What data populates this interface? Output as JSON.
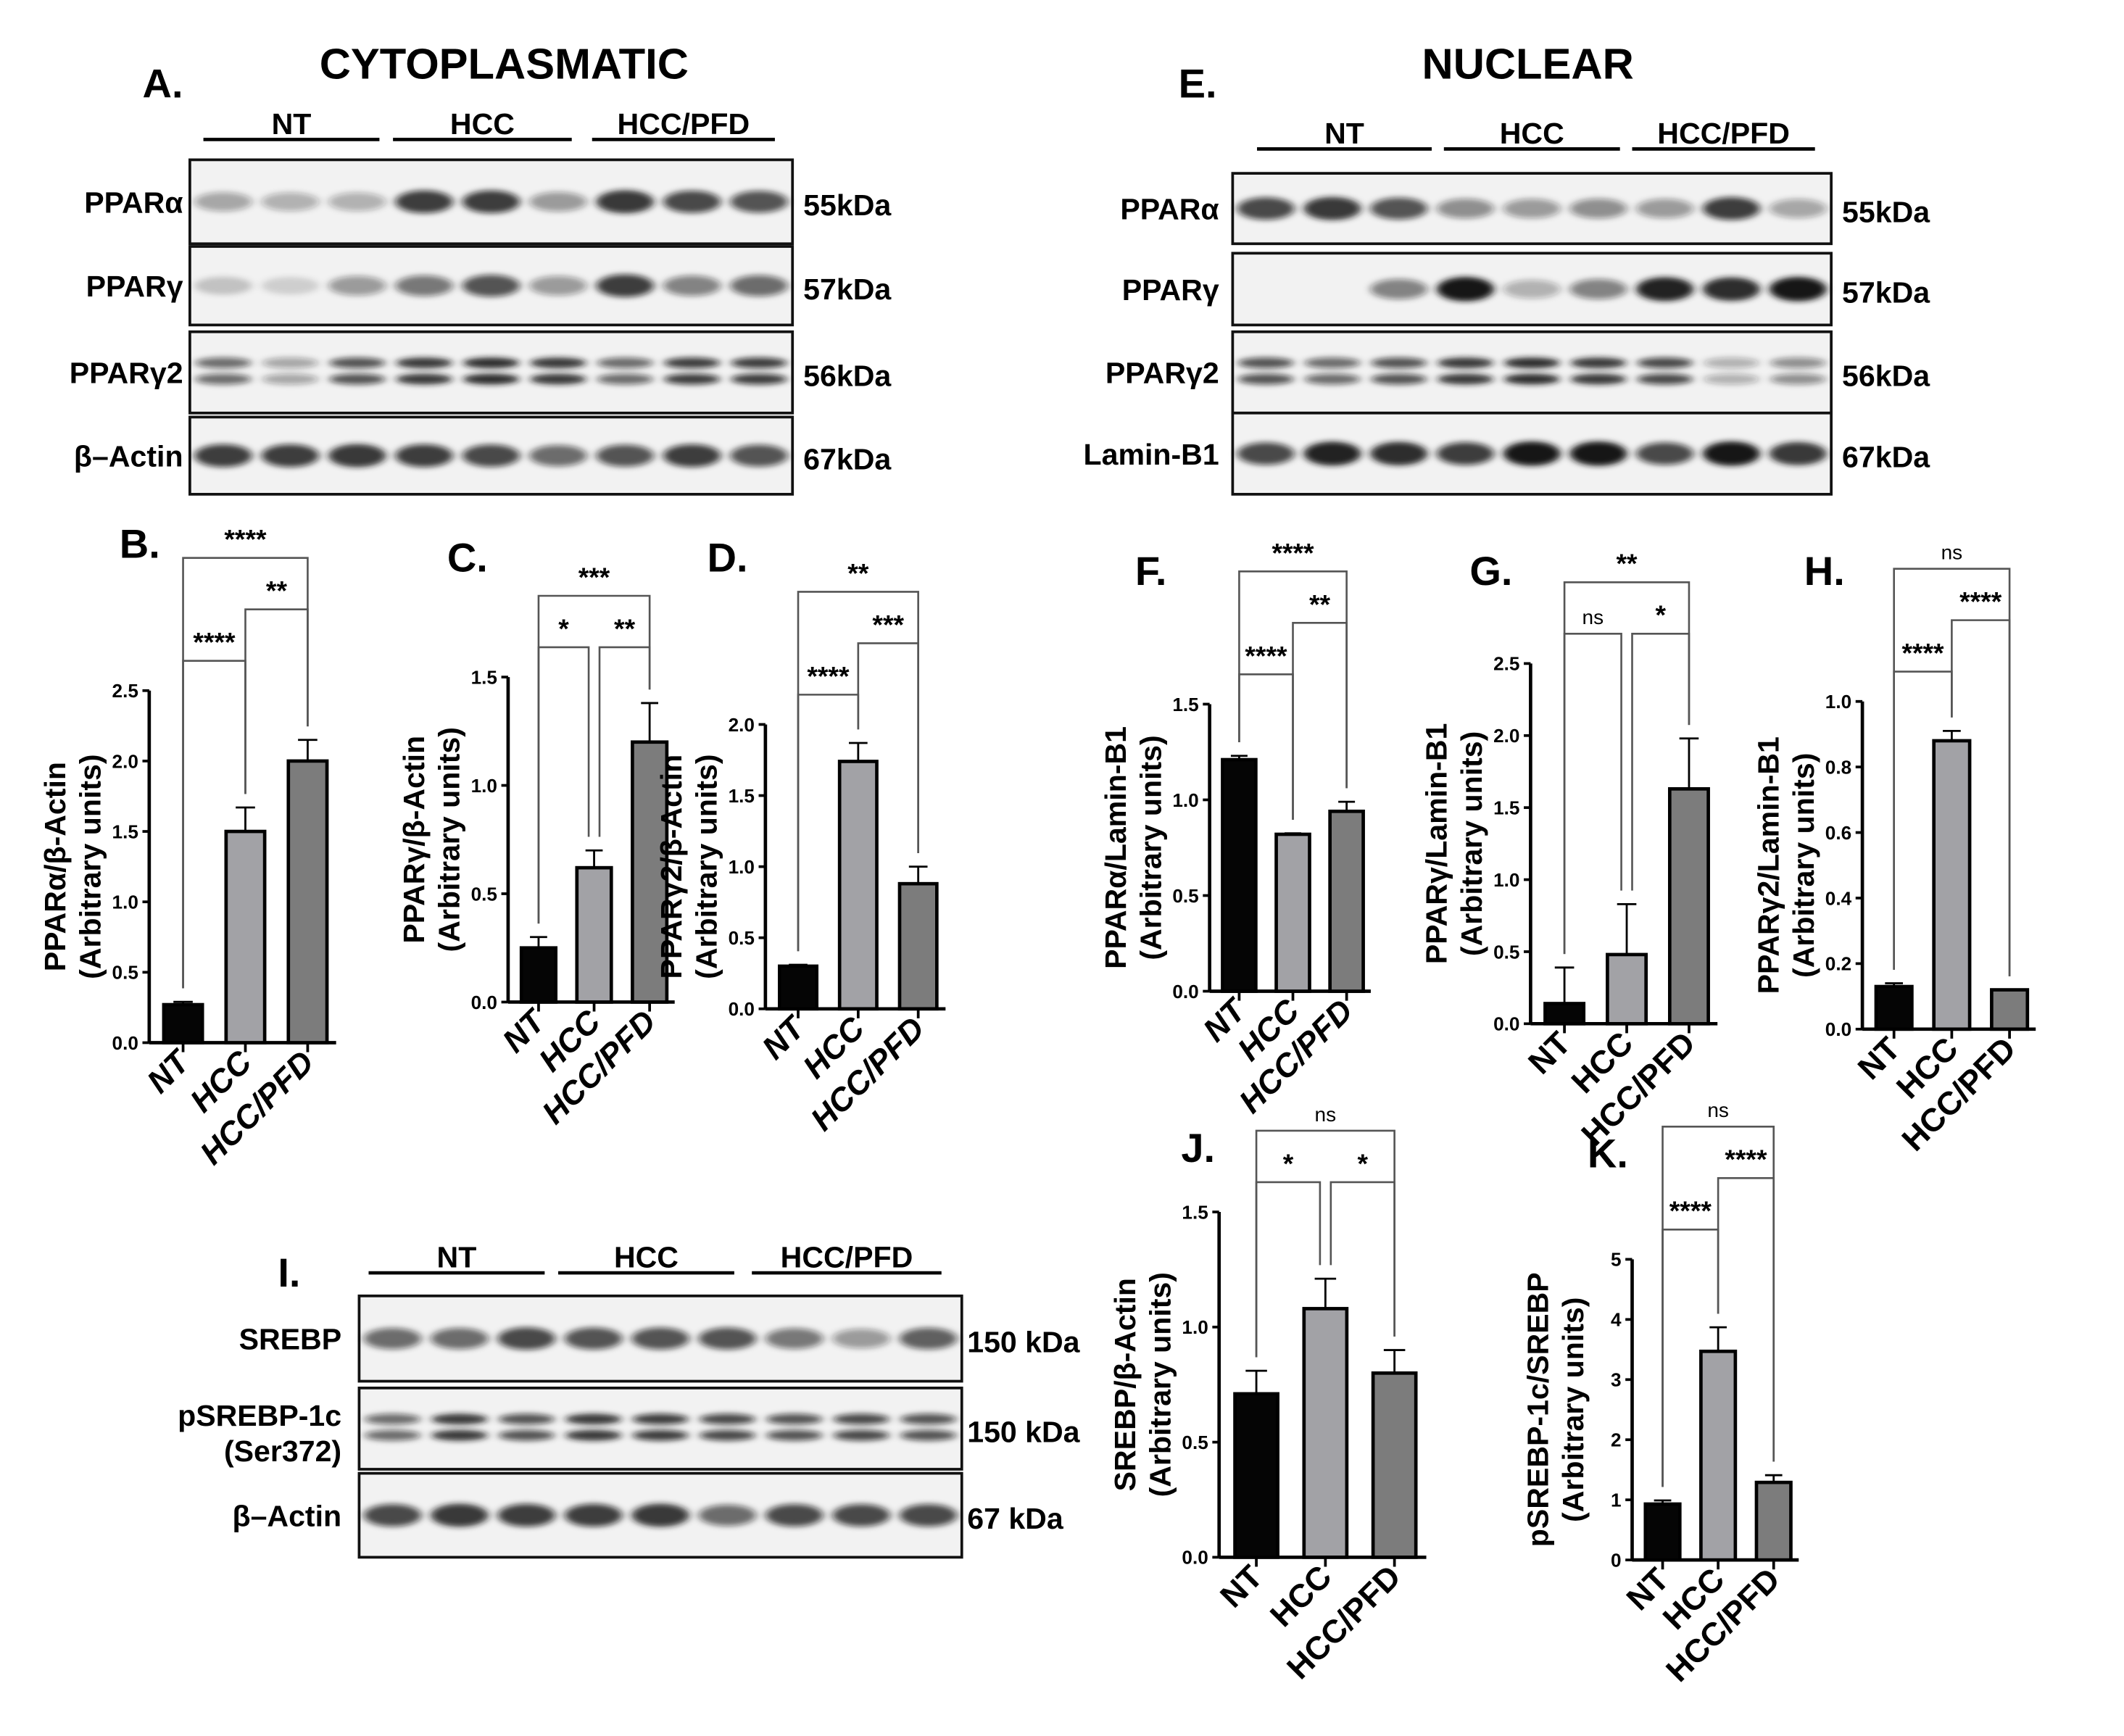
{
  "colors": {
    "NT": "#050505",
    "HCC": "#a2a2a6",
    "HCC/PFD": "#7c7c7c",
    "axis": "#000000",
    "bracket": "#555555"
  },
  "blots": [
    {
      "panel": "A.",
      "title": "CYTOPLASMATIC",
      "groups": [
        "NT",
        "HCC",
        "HCC/PFD"
      ],
      "rows": [
        {
          "label": "PPARα",
          "kda": "55kDa"
        },
        {
          "label": "PPARγ",
          "kda": "57kDa"
        },
        {
          "label": "PPARγ2",
          "kda": "56kDa"
        },
        {
          "label": "β–Actin",
          "kda": "67kDa"
        }
      ]
    },
    {
      "panel": "E.",
      "title": "NUCLEAR",
      "groups": [
        "NT",
        "HCC",
        "HCC/PFD"
      ],
      "rows": [
        {
          "label": "PPARα",
          "kda": "55kDa"
        },
        {
          "label": "PPARγ",
          "kda": "57kDa"
        },
        {
          "label": "PPARγ2",
          "kda": "56kDa"
        },
        {
          "label": "Lamin-B1",
          "kda": "67kDa"
        }
      ]
    },
    {
      "panel": "I.",
      "title": "",
      "groups": [
        "NT",
        "HCC",
        "HCC/PFD"
      ],
      "rows": [
        {
          "label": "SREBP",
          "kda": "150 kDa"
        },
        {
          "label": "pSREBP-1c",
          "label2": "(Ser372)",
          "kda": "150 kDa"
        },
        {
          "label": "β–Actin",
          "kda": "67 kDa"
        }
      ]
    }
  ],
  "chart_data": [
    {
      "panel": "B.",
      "type": "bar",
      "ylabel": [
        "PPARα/β-Actin",
        "(Arbitrary units)"
      ],
      "categories": [
        "NT",
        "HCC",
        "HCC/PFD"
      ],
      "values": [
        0.27,
        1.5,
        2.0
      ],
      "errors": [
        0.02,
        0.17,
        0.15
      ],
      "ylim": [
        0,
        2.5
      ],
      "yticks": [
        "0.0",
        "0.5",
        "1.0",
        "1.5",
        "2.0",
        "2.5"
      ],
      "significance": [
        {
          "pair": [
            0,
            1
          ],
          "label": "****"
        },
        {
          "pair": [
            1,
            2
          ],
          "label": "**"
        },
        {
          "pair": [
            0,
            2
          ],
          "label": "****"
        }
      ]
    },
    {
      "panel": "C.",
      "type": "bar",
      "ylabel": [
        "PPARγ/β-Actin",
        "(Arbitrary units)"
      ],
      "categories": [
        "NT",
        "HCC",
        "HCC/PFD"
      ],
      "values": [
        0.25,
        0.62,
        1.2
      ],
      "errors": [
        0.05,
        0.08,
        0.18
      ],
      "ylim": [
        0,
        1.5
      ],
      "yticks": [
        "0.0",
        "0.5",
        "1.0",
        "1.5"
      ],
      "significance": [
        {
          "pair": [
            0,
            1
          ],
          "label": "*"
        },
        {
          "pair": [
            1,
            2
          ],
          "label": "**"
        },
        {
          "pair": [
            0,
            2
          ],
          "label": "***"
        }
      ]
    },
    {
      "panel": "D.",
      "type": "bar",
      "ylabel": [
        "PPARγ2/β-Actin",
        "(Arbitrary units)"
      ],
      "categories": [
        "NT",
        "HCC",
        "HCC/PFD"
      ],
      "values": [
        0.3,
        1.74,
        0.88
      ],
      "errors": [
        0.01,
        0.13,
        0.12
      ],
      "ylim": [
        0,
        2.0
      ],
      "yticks": [
        "0.0",
        "0.5",
        "1.0",
        "1.5",
        "2.0"
      ],
      "significance": [
        {
          "pair": [
            0,
            1
          ],
          "label": "****"
        },
        {
          "pair": [
            1,
            2
          ],
          "label": "***"
        },
        {
          "pair": [
            0,
            2
          ],
          "label": "**"
        }
      ]
    },
    {
      "panel": "F.",
      "type": "bar",
      "ylabel": [
        "PPARα/Lamin-B1",
        "(Arbitrary units)"
      ],
      "categories": [
        "NT",
        "HCC",
        "HCC/PFD"
      ],
      "values": [
        1.21,
        0.82,
        0.94
      ],
      "errors": [
        0.02,
        0.005,
        0.05
      ],
      "ylim": [
        0,
        1.5
      ],
      "yticks": [
        "0.0",
        "0.5",
        "1.0",
        "1.5"
      ],
      "significance": [
        {
          "pair": [
            0,
            1
          ],
          "label": "****"
        },
        {
          "pair": [
            1,
            2
          ],
          "label": "**"
        },
        {
          "pair": [
            0,
            2
          ],
          "label": "****"
        }
      ]
    },
    {
      "panel": "G.",
      "type": "bar",
      "ylabel": [
        "PPARγ/Lamin-B1",
        "(Arbitrary units)"
      ],
      "categories": [
        "NT",
        "HCC",
        "HCC/PFD"
      ],
      "values": [
        0.14,
        0.48,
        1.63
      ],
      "errors": [
        0.25,
        0.35,
        0.35
      ],
      "ylim": [
        0,
        2.5
      ],
      "yticks": [
        "0.0",
        "0.5",
        "1.0",
        "1.5",
        "2.0",
        "2.5"
      ],
      "significance": [
        {
          "pair": [
            0,
            1
          ],
          "label": "ns"
        },
        {
          "pair": [
            1,
            2
          ],
          "label": "*"
        },
        {
          "pair": [
            0,
            2
          ],
          "label": "**"
        }
      ]
    },
    {
      "panel": "H.",
      "type": "bar",
      "ylabel": [
        "PPARγ2/Lamin-B1",
        "(Arbitrary units)"
      ],
      "categories": [
        "NT",
        "HCC",
        "HCC/PFD"
      ],
      "values": [
        0.13,
        0.88,
        0.12
      ],
      "errors": [
        0.01,
        0.03,
        0.0
      ],
      "ylim": [
        0,
        1.0
      ],
      "yticks": [
        "0.0",
        "0.2",
        "0.4",
        "0.6",
        "0.8",
        "1.0"
      ],
      "significance": [
        {
          "pair": [
            0,
            1
          ],
          "label": "****"
        },
        {
          "pair": [
            1,
            2
          ],
          "label": "****"
        },
        {
          "pair": [
            0,
            2
          ],
          "label": "ns"
        }
      ]
    },
    {
      "panel": "J.",
      "type": "bar",
      "ylabel": [
        "SREBP/β-Actin",
        "(Arbitrary units)"
      ],
      "categories": [
        "NT",
        "HCC",
        "HCC/PFD"
      ],
      "values": [
        0.71,
        1.08,
        0.8
      ],
      "errors": [
        0.1,
        0.13,
        0.1
      ],
      "ylim": [
        0,
        1.5
      ],
      "yticks": [
        "0.0",
        "0.5",
        "1.0",
        "1.5"
      ],
      "significance": [
        {
          "pair": [
            0,
            1
          ],
          "label": "*"
        },
        {
          "pair": [
            1,
            2
          ],
          "label": "*"
        },
        {
          "pair": [
            0,
            2
          ],
          "label": "ns"
        }
      ]
    },
    {
      "panel": "K.",
      "type": "bar",
      "ylabel": [
        "pSREBP-1c/SREBP",
        "(Arbitrary units)"
      ],
      "categories": [
        "NT",
        "HCC",
        "HCC/PFD"
      ],
      "values": [
        0.93,
        3.47,
        1.29
      ],
      "errors": [
        0.06,
        0.4,
        0.12
      ],
      "ylim": [
        0,
        5
      ],
      "yticks": [
        "0",
        "1",
        "2",
        "3",
        "4",
        "5"
      ],
      "significance": [
        {
          "pair": [
            0,
            1
          ],
          "label": "****"
        },
        {
          "pair": [
            1,
            2
          ],
          "label": "****"
        },
        {
          "pair": [
            0,
            2
          ],
          "label": "ns"
        }
      ]
    }
  ]
}
